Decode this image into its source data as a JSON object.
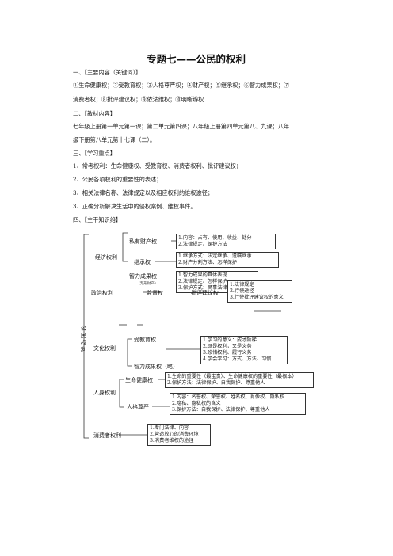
{
  "title": "专题七——公民的权利",
  "sections": {
    "s1": "一、【主要内容（关键词）】",
    "s2": "二、【教材内容】",
    "s3": "三、【学习重点】",
    "s4": "四、【主干知识络】"
  },
  "keywords": [
    "①生命健康权；②受教育权；③人格尊严权；④财产权；⑤继承权；⑥智力成果权；⑦",
    "消费者权；⑧批评建议权；⑨依法维权；⑩明晰辨权"
  ],
  "textbook": [
    "七年级上册第一单元第一课；第二单元第四课；八年级上册第四单元第八、九课；八年",
    "级下册第八单元第十七课（二）。"
  ],
  "focus": [
    "1、常考权利：生命健康权、受教育权、消费者权利、批评建议权；",
    "2、公民各项权利的重要性的表述；",
    "3、相关法律名称、法律规定以及相应权利的维权途径；",
    "3、正确分析解决生活中的侵权案例、维权事件。"
  ],
  "diagram": {
    "root": "公民权利",
    "groups": {
      "economic": "经济权利",
      "political": "政治权利",
      "cultural": "文化权利",
      "personal": "人身权利",
      "consumer": "消费者权利"
    },
    "nodes": {
      "property": "私有财产权",
      "inherit": "继承权",
      "ip_econ": "智力成果权",
      "ip_econ_note": "（无形财产）",
      "supervise": "监督权",
      "criticize": "批评建议权",
      "education": "受教育权",
      "ip_cult": "智力成果权（略）",
      "life": "生命健康权",
      "dignity": "人格尊严"
    },
    "boxes": {
      "property": [
        "1.内容：占有、使用、收益、处分",
        "2.法律规定、保护方法"
      ],
      "inherit": [
        "1.继承方式：法定继承、遗嘱继承",
        "2.财产分割方法、怎样保护"
      ],
      "ip": [
        "1.智力成果的具体表现",
        "2.法律规定、怎样保护",
        "3.保护方式：民事法律手段"
      ],
      "criticize": [
        "1.法律规定",
        "2.行使途径",
        "3.行使批评建议权的意义"
      ],
      "education": [
        "1.学习的意义：成才阶梯",
        "2.既是权利，又是义务",
        "3.珍惜权利、履行义务",
        "4.学会学习：方式、方法、习惯"
      ],
      "life": [
        "1.生命的重要性（最宝贵）、生命健康权的重要性（最根本）",
        "2.保护方法：法律保护、自我保护、尊重他人"
      ],
      "dignity": [
        "1.内容：名誉权、荣誉权、姓名权、肖像权、隐私权",
        "2.隐私、隐私权的含义",
        "3.保护方法：自我保护、法律保护、尊重他人"
      ],
      "consumer": [
        "1.专门法律、内容",
        "2.营造放心的消费环境",
        "3.消费者维权的途径"
      ]
    }
  }
}
